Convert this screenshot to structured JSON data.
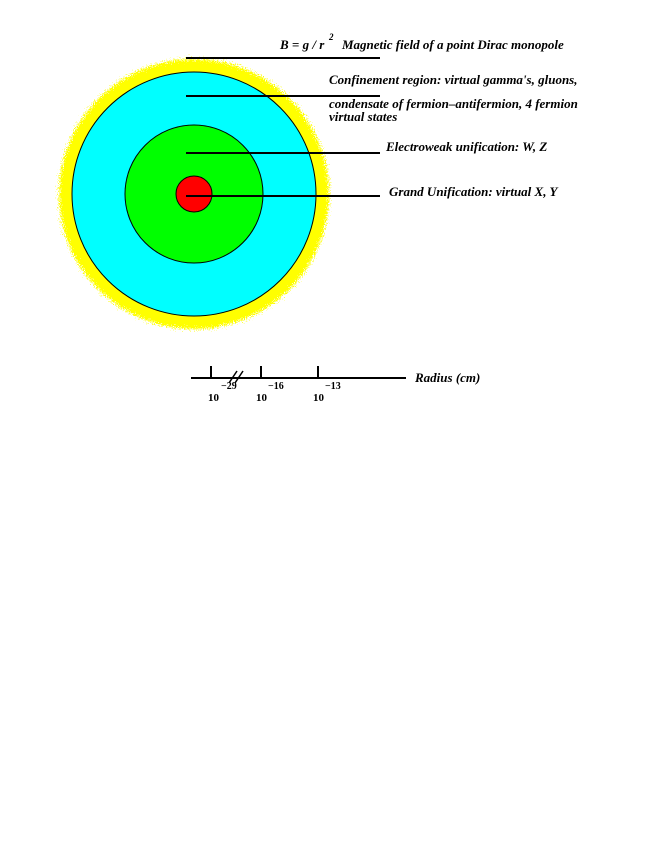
{
  "colors": {
    "outer_halo": "#ffff00",
    "confinement_region": "#00ffff",
    "electroweak_region": "#00ff00",
    "grand_unification_core": "#ff0000",
    "lines": "#000000"
  },
  "labels": {
    "field_formula": "B = g / r",
    "field_exponent": "2",
    "field_description": "Magnetic field of a point Dirac monopole",
    "confinement_line1": "Confinement region: virtual gamma's, gluons,",
    "confinement_line2": "condensate of fermion–antifermion, 4 fermion",
    "confinement_line3": "virtual states",
    "electroweak": "Electroweak unification: W, Z",
    "grand_unification": "Grand Unification: virtual X, Y"
  },
  "radius_axis": {
    "title": "Radius (cm)",
    "ticks": [
      {
        "base": "10",
        "exponent": "−29"
      },
      {
        "base": "10",
        "exponent": "−16"
      },
      {
        "base": "10",
        "exponent": "−13"
      }
    ]
  }
}
